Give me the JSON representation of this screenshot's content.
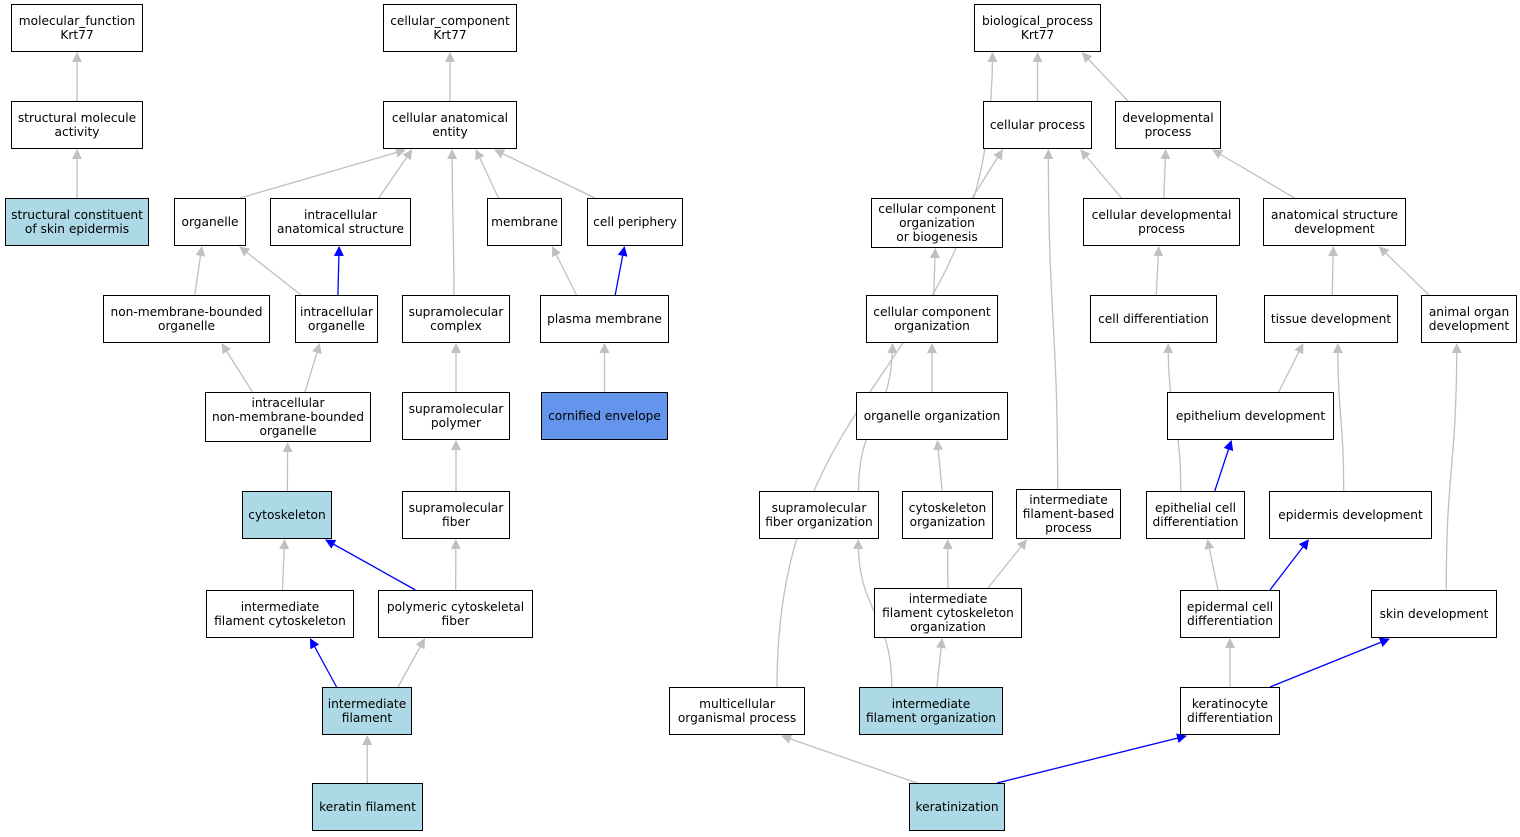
{
  "colors": {
    "light": "#add8e6",
    "focus": "#6495ed",
    "gray_edge": "#c0c0c0",
    "blue_edge": "#0000ff"
  },
  "nodes": {
    "mf_root": {
      "label": "molecular_function\nKrt77",
      "fill": "white"
    },
    "cc_root": {
      "label": "cellular_component\nKrt77",
      "fill": "white"
    },
    "bp_root": {
      "label": "biological_process\nKrt77",
      "fill": "white"
    },
    "structural_molecule_activity": {
      "label": "structural molecule\nactivity",
      "fill": "white"
    },
    "structural_constituent_skin": {
      "label": "structural constituent\nof skin epidermis",
      "fill": "light"
    },
    "cellular_anatomical_entity": {
      "label": "cellular anatomical\nentity",
      "fill": "white"
    },
    "organelle": {
      "label": "organelle",
      "fill": "white"
    },
    "intracellular_anatomical_structure": {
      "label": "intracellular\nanatomical structure",
      "fill": "white"
    },
    "membrane": {
      "label": "membrane",
      "fill": "white"
    },
    "cell_periphery": {
      "label": "cell periphery",
      "fill": "white"
    },
    "non_membrane_bounded_organelle": {
      "label": "non-membrane-bounded\norganelle",
      "fill": "white"
    },
    "intracellular_organelle": {
      "label": "intracellular\norganelle",
      "fill": "white"
    },
    "supramolecular_complex": {
      "label": "supramolecular\ncomplex",
      "fill": "white"
    },
    "plasma_membrane": {
      "label": "plasma membrane",
      "fill": "white"
    },
    "intracellular_nmb_organelle": {
      "label": "intracellular\nnon-membrane-bounded\norganelle",
      "fill": "white"
    },
    "supramolecular_polymer": {
      "label": "supramolecular\npolymer",
      "fill": "white"
    },
    "cornified_envelope": {
      "label": "cornified envelope",
      "fill": "focus"
    },
    "cytoskeleton": {
      "label": "cytoskeleton",
      "fill": "light"
    },
    "supramolecular_fiber": {
      "label": "supramolecular\nfiber",
      "fill": "white"
    },
    "intermediate_filament_cytoskeleton": {
      "label": "intermediate\nfilament cytoskeleton",
      "fill": "white"
    },
    "polymeric_cytoskeletal_fiber": {
      "label": "polymeric cytoskeletal\nfiber",
      "fill": "white"
    },
    "intermediate_filament": {
      "label": "intermediate\nfilament",
      "fill": "light"
    },
    "keratin_filament": {
      "label": "keratin filament",
      "fill": "light"
    },
    "cellular_process": {
      "label": "cellular process",
      "fill": "white"
    },
    "developmental_process": {
      "label": "developmental\nprocess",
      "fill": "white"
    },
    "cc_org_or_biogenesis": {
      "label": "cellular component\norganization\nor biogenesis",
      "fill": "white"
    },
    "cellular_developmental_process": {
      "label": "cellular developmental\nprocess",
      "fill": "white"
    },
    "anatomical_structure_development": {
      "label": "anatomical structure\ndevelopment",
      "fill": "white"
    },
    "cc_organization": {
      "label": "cellular component\norganization",
      "fill": "white"
    },
    "cell_differentiation": {
      "label": "cell differentiation",
      "fill": "white"
    },
    "tissue_development": {
      "label": "tissue development",
      "fill": "white"
    },
    "animal_organ_development": {
      "label": "animal organ\ndevelopment",
      "fill": "white"
    },
    "organelle_organization": {
      "label": "organelle organization",
      "fill": "white"
    },
    "epithelium_development": {
      "label": "epithelium development",
      "fill": "white"
    },
    "supramolecular_fiber_organization": {
      "label": "supramolecular\nfiber organization",
      "fill": "white"
    },
    "cytoskeleton_organization": {
      "label": "cytoskeleton\norganization",
      "fill": "white"
    },
    "if_based_process": {
      "label": "intermediate\nfilament-based\nprocess",
      "fill": "white"
    },
    "epithelial_cell_differentiation": {
      "label": "epithelial cell\ndifferentiation",
      "fill": "white"
    },
    "epidermis_development": {
      "label": "epidermis development",
      "fill": "white"
    },
    "if_cytoskeleton_organization": {
      "label": "intermediate\nfilament cytoskeleton\norganization",
      "fill": "white"
    },
    "epidermal_cell_differentiation": {
      "label": "epidermal cell\ndifferentiation",
      "fill": "white"
    },
    "skin_development": {
      "label": "skin development",
      "fill": "white"
    },
    "multicellular_organismal_process": {
      "label": "multicellular\norganismal process",
      "fill": "white"
    },
    "if_organization": {
      "label": "intermediate\nfilament organization",
      "fill": "light"
    },
    "keratinocyte_differentiation": {
      "label": "keratinocyte\ndifferentiation",
      "fill": "white"
    },
    "keratinization": {
      "label": "keratinization",
      "fill": "light"
    }
  },
  "edges": [
    {
      "from": "structural_molecule_activity",
      "to": "mf_root",
      "color": "gray"
    },
    {
      "from": "structural_constituent_skin",
      "to": "structural_molecule_activity",
      "color": "gray"
    },
    {
      "from": "cellular_anatomical_entity",
      "to": "cc_root",
      "color": "gray"
    },
    {
      "from": "organelle",
      "to": "cellular_anatomical_entity",
      "color": "gray"
    },
    {
      "from": "intracellular_anatomical_structure",
      "to": "cellular_anatomical_entity",
      "color": "gray"
    },
    {
      "from": "membrane",
      "to": "cellular_anatomical_entity",
      "color": "gray"
    },
    {
      "from": "cell_periphery",
      "to": "cellular_anatomical_entity",
      "color": "gray"
    },
    {
      "from": "supramolecular_complex",
      "to": "cellular_anatomical_entity",
      "color": "gray"
    },
    {
      "from": "non_membrane_bounded_organelle",
      "to": "organelle",
      "color": "gray"
    },
    {
      "from": "intracellular_organelle",
      "to": "organelle",
      "color": "gray"
    },
    {
      "from": "intracellular_organelle",
      "to": "intracellular_anatomical_structure",
      "color": "blue"
    },
    {
      "from": "plasma_membrane",
      "to": "membrane",
      "color": "gray"
    },
    {
      "from": "plasma_membrane",
      "to": "cell_periphery",
      "color": "blue"
    },
    {
      "from": "intracellular_nmb_organelle",
      "to": "non_membrane_bounded_organelle",
      "color": "gray"
    },
    {
      "from": "intracellular_nmb_organelle",
      "to": "intracellular_organelle",
      "color": "gray"
    },
    {
      "from": "supramolecular_polymer",
      "to": "supramolecular_complex",
      "color": "gray"
    },
    {
      "from": "cornified_envelope",
      "to": "plasma_membrane",
      "color": "gray"
    },
    {
      "from": "cytoskeleton",
      "to": "intracellular_nmb_organelle",
      "color": "gray"
    },
    {
      "from": "supramolecular_fiber",
      "to": "supramolecular_polymer",
      "color": "gray"
    },
    {
      "from": "intermediate_filament_cytoskeleton",
      "to": "cytoskeleton",
      "color": "gray"
    },
    {
      "from": "polymeric_cytoskeletal_fiber",
      "to": "cytoskeleton",
      "color": "blue"
    },
    {
      "from": "polymeric_cytoskeletal_fiber",
      "to": "supramolecular_fiber",
      "color": "gray"
    },
    {
      "from": "intermediate_filament",
      "to": "intermediate_filament_cytoskeleton",
      "color": "blue"
    },
    {
      "from": "intermediate_filament",
      "to": "polymeric_cytoskeletal_fiber",
      "color": "gray"
    },
    {
      "from": "keratin_filament",
      "to": "intermediate_filament",
      "color": "gray"
    },
    {
      "from": "cellular_process",
      "to": "bp_root",
      "color": "gray"
    },
    {
      "from": "developmental_process",
      "to": "bp_root",
      "color": "gray"
    },
    {
      "from": "multicellular_organismal_process",
      "to": "bp_root",
      "color": "gray"
    },
    {
      "from": "cc_org_or_biogenesis",
      "to": "cellular_process",
      "color": "gray"
    },
    {
      "from": "cellular_developmental_process",
      "to": "cellular_process",
      "color": "gray"
    },
    {
      "from": "if_based_process",
      "to": "cellular_process",
      "color": "gray"
    },
    {
      "from": "cellular_developmental_process",
      "to": "developmental_process",
      "color": "gray"
    },
    {
      "from": "anatomical_structure_development",
      "to": "developmental_process",
      "color": "gray"
    },
    {
      "from": "cc_organization",
      "to": "cc_org_or_biogenesis",
      "color": "gray"
    },
    {
      "from": "cell_differentiation",
      "to": "cellular_developmental_process",
      "color": "gray"
    },
    {
      "from": "tissue_development",
      "to": "anatomical_structure_development",
      "color": "gray"
    },
    {
      "from": "animal_organ_development",
      "to": "anatomical_structure_development",
      "color": "gray"
    },
    {
      "from": "organelle_organization",
      "to": "cc_organization",
      "color": "gray"
    },
    {
      "from": "supramolecular_fiber_organization",
      "to": "cc_organization",
      "color": "gray"
    },
    {
      "from": "epithelium_development",
      "to": "tissue_development",
      "color": "gray"
    },
    {
      "from": "epidermis_development",
      "to": "tissue_development",
      "color": "gray"
    },
    {
      "from": "cytoskeleton_organization",
      "to": "organelle_organization",
      "color": "gray"
    },
    {
      "from": "epithelial_cell_differentiation",
      "to": "cell_differentiation",
      "color": "gray"
    },
    {
      "from": "epithelial_cell_differentiation",
      "to": "epithelium_development",
      "color": "blue"
    },
    {
      "from": "if_cytoskeleton_organization",
      "to": "cytoskeleton_organization",
      "color": "gray"
    },
    {
      "from": "if_cytoskeleton_organization",
      "to": "if_based_process",
      "color": "gray"
    },
    {
      "from": "epidermal_cell_differentiation",
      "to": "epithelial_cell_differentiation",
      "color": "gray"
    },
    {
      "from": "epidermal_cell_differentiation",
      "to": "epidermis_development",
      "color": "blue"
    },
    {
      "from": "skin_development",
      "to": "animal_organ_development",
      "color": "gray"
    },
    {
      "from": "if_organization",
      "to": "if_cytoskeleton_organization",
      "color": "gray"
    },
    {
      "from": "if_organization",
      "to": "supramolecular_fiber_organization",
      "color": "gray"
    },
    {
      "from": "keratinocyte_differentiation",
      "to": "epidermal_cell_differentiation",
      "color": "gray"
    },
    {
      "from": "keratinocyte_differentiation",
      "to": "skin_development",
      "color": "blue"
    },
    {
      "from": "keratinization",
      "to": "keratinocyte_differentiation",
      "color": "blue"
    },
    {
      "from": "keratinization",
      "to": "multicellular_organismal_process",
      "color": "gray"
    }
  ]
}
